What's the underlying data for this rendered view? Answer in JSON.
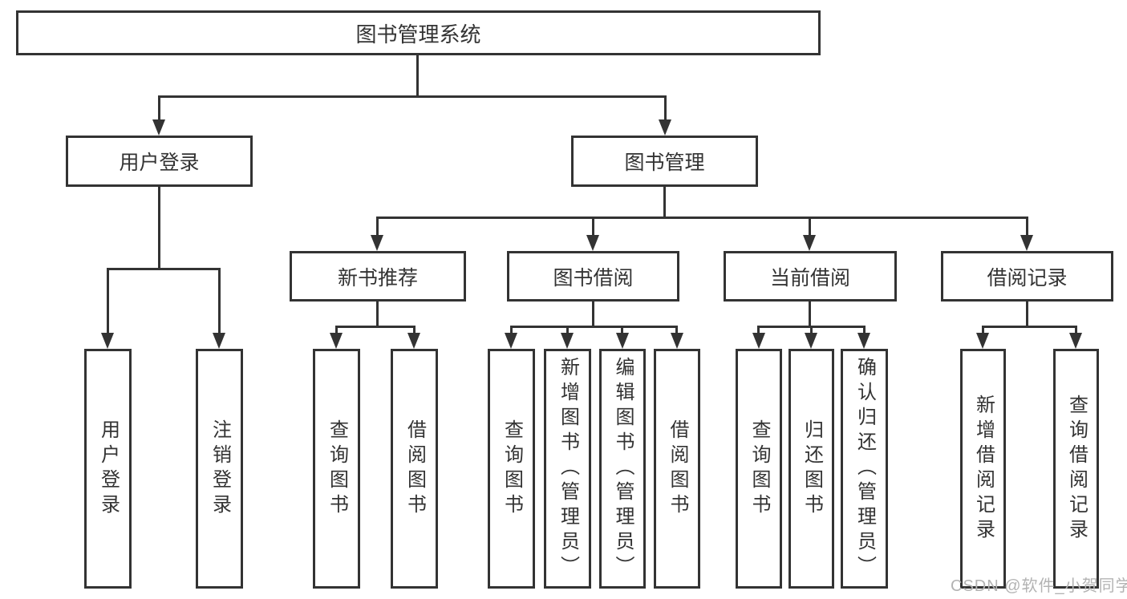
{
  "root": {
    "label": "图书管理系统"
  },
  "level2": {
    "user_login": {
      "label": "用户登录"
    },
    "book_management": {
      "label": "图书管理"
    }
  },
  "level3": {
    "new_book": {
      "label": "新书推荐"
    },
    "borrow": {
      "label": "图书借阅"
    },
    "current": {
      "label": "当前借阅"
    },
    "records": {
      "label": "借阅记录"
    }
  },
  "leaves": {
    "user_login": [
      "用户登录",
      "注销登录"
    ],
    "new_book": [
      "查询图书",
      "借阅图书"
    ],
    "borrow": [
      "查询图书",
      "新增图书（管理员）",
      "编辑图书（管理员）",
      "借阅图书"
    ],
    "current": [
      "查询图书",
      "归还图书",
      "确认归还（管理员）"
    ],
    "records": [
      "新增借阅记录",
      "查询借阅记录"
    ]
  },
  "watermark": {
    "text": "CSDN @软件_小贺同学"
  },
  "colors": {
    "line": "#333333",
    "text": "#333333",
    "box_background": "#ffffff",
    "page_background": "#ffffff",
    "watermark": "#b3b3b3"
  }
}
